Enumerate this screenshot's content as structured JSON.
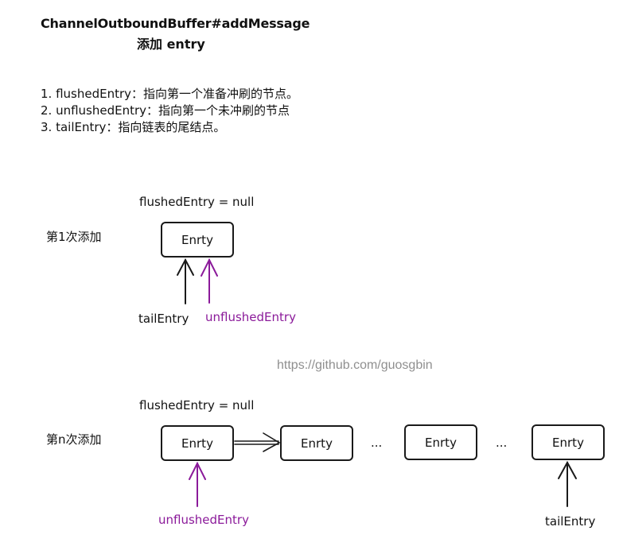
{
  "title": "ChannelOutboundBuffer#addMessage",
  "subtitle": "添加  entry",
  "notes": [
    "1. flushedEntry：指向第一个准备冲刷的节点。",
    "2. unflushedEntry：指向第一个未冲刷的节点",
    "3. tailEntry：指向链表的尾结点。"
  ],
  "watermark": "https://github.com/guosgbin",
  "colors": {
    "pointer_purple": "#8b1a9a",
    "line": "#1a1a1a",
    "watermark": "#8f8f8f"
  },
  "scenario1": {
    "label": "第1次添加",
    "flushed_label": "flushedEntry = null",
    "node_label": "Enrty",
    "tail_label": "tailEntry",
    "unflushed_label": "unflushedEntry"
  },
  "scenario2": {
    "label": "第n次添加",
    "flushed_label": "flushedEntry = null",
    "nodes": [
      "Enrty",
      "Enrty",
      "Enrty",
      "Enrty"
    ],
    "ellipsis": "...",
    "tail_label": "tailEntry",
    "unflushed_label": "unflushedEntry"
  }
}
